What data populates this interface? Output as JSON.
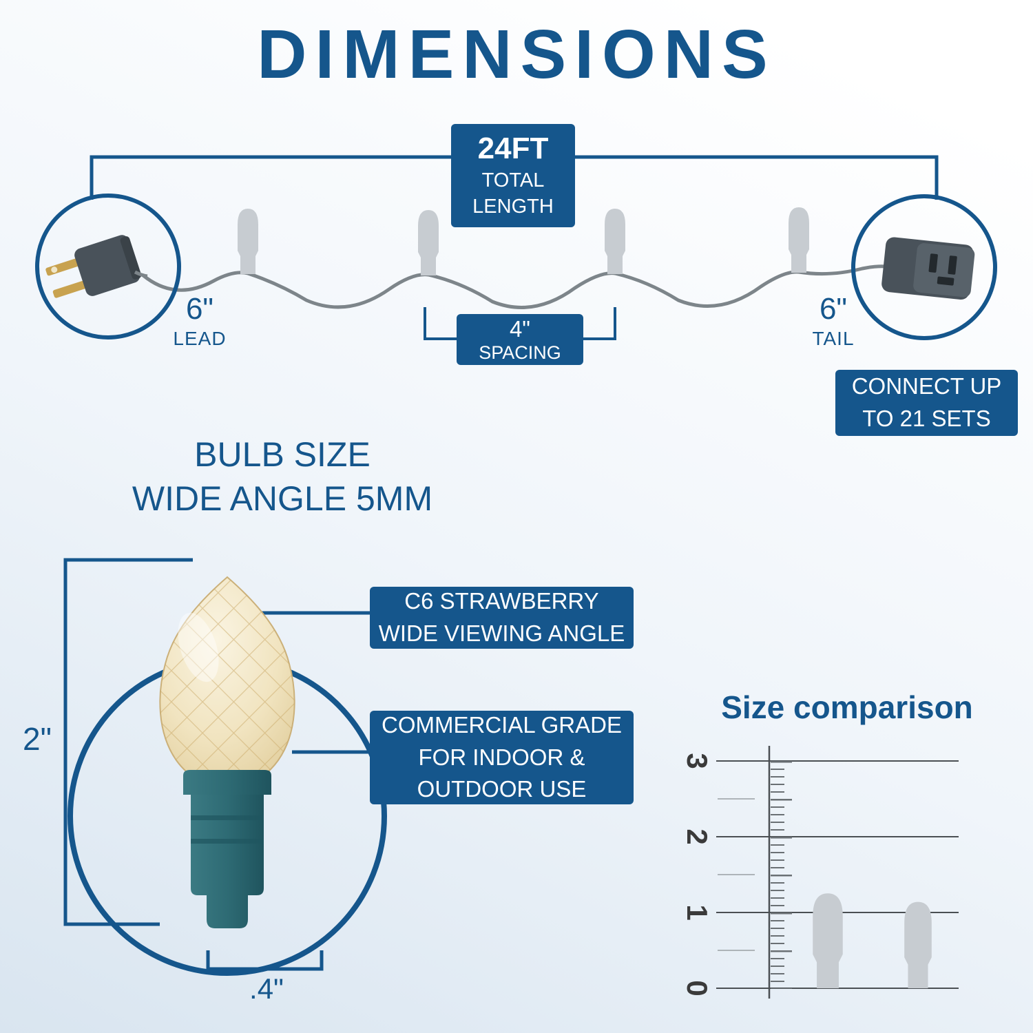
{
  "title": "DIMENSIONS",
  "string_diagram": {
    "total_length": {
      "value": "24FT",
      "lines": [
        "TOTAL",
        "LENGTH"
      ]
    },
    "lead": {
      "value": "6\"",
      "label": "LEAD"
    },
    "spacing": {
      "value": "4\"",
      "label": "SPACING"
    },
    "tail": {
      "value": "6\"",
      "label": "TAIL"
    },
    "connect_note": {
      "lines": [
        "CONNECT UP",
        "TO 21 SETS"
      ]
    }
  },
  "bulb_section": {
    "heading_lines": [
      "BULB SIZE",
      "WIDE ANGLE 5MM"
    ],
    "height_label": "2\"",
    "width_label": ".4\"",
    "callout_type": {
      "lines": [
        "C6 STRAWBERRY",
        "WIDE VIEWING ANGLE"
      ]
    },
    "callout_grade": {
      "lines": [
        "COMMERCIAL GRADE",
        "FOR INDOOR &",
        "OUTDOOR USE"
      ]
    }
  },
  "size_comparison": {
    "title": "Size comparison",
    "ruler_labels": [
      "3",
      "2",
      "1",
      "0"
    ],
    "bulb_heights_units": [
      1.2,
      1.1
    ]
  },
  "icons": {
    "plug": "two-prong-plug-illustration",
    "socket": "socket-end-illustration",
    "bulb": "c6-led-strawberry-bulb-illustration",
    "mini_bulb": "mini-bulb-silhouette"
  },
  "colors": {
    "primary_blue": "#15568c",
    "label_text": "#ffffff",
    "bulb_gray": "#c7ccd1",
    "wire_gray": "#7d858a",
    "bulb_cream": "#f0e4c2",
    "base_teal": "#2e6b74",
    "prong_gold": "#c8a24f"
  }
}
